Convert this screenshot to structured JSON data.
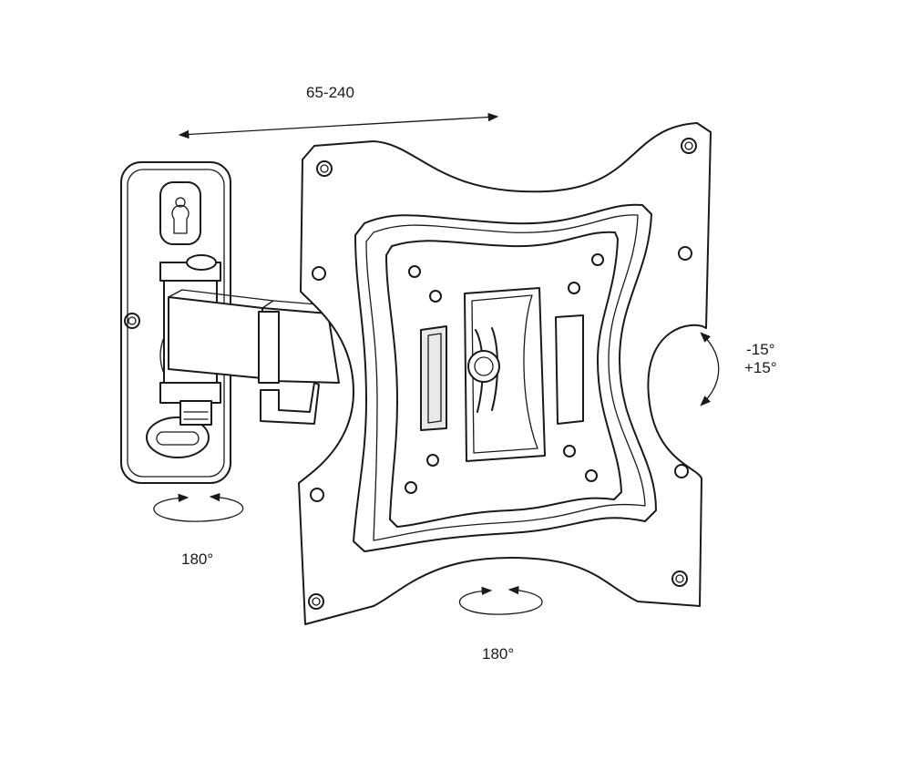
{
  "labels": {
    "extension": "65-240",
    "swivel_arm": "180°",
    "swivel_plate": "180°",
    "tilt_minus": "-15°",
    "tilt_plus": "+15°"
  },
  "icons": {
    "extension_arrow": "double-arrow-icon",
    "swivel_arrow": "rotation-arrow-icon",
    "tilt_arrow": "curved-double-arrow-icon"
  },
  "colors": {
    "line": "#1a1a1a",
    "background": "#ffffff"
  }
}
